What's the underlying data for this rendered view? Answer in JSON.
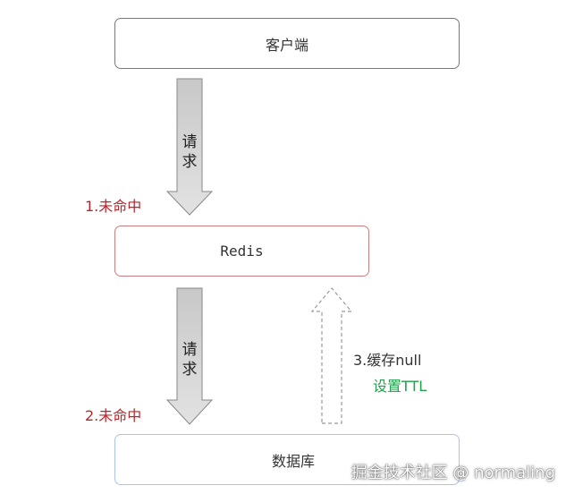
{
  "nodes": {
    "client": "客户端",
    "redis": "Redis",
    "database": "数据库"
  },
  "arrows": {
    "request_1": {
      "line1": "请",
      "line2": "求"
    },
    "request_2": {
      "line1": "请",
      "line2": "求"
    }
  },
  "labels": {
    "miss_1": "1.未命中",
    "miss_2": "2.未命中",
    "cache_null": "3.缓存null",
    "set_ttl": "设置TTL"
  },
  "watermark": "掘金技术社区 @ normaling",
  "colors": {
    "arrow_fill": "#cccccc",
    "arrow_stroke": "#888888",
    "miss_text": "#b9272c",
    "ttl_text": "#1ea24a",
    "redis_border": "#c97f7f",
    "database_border": "#a9c4e8"
  }
}
